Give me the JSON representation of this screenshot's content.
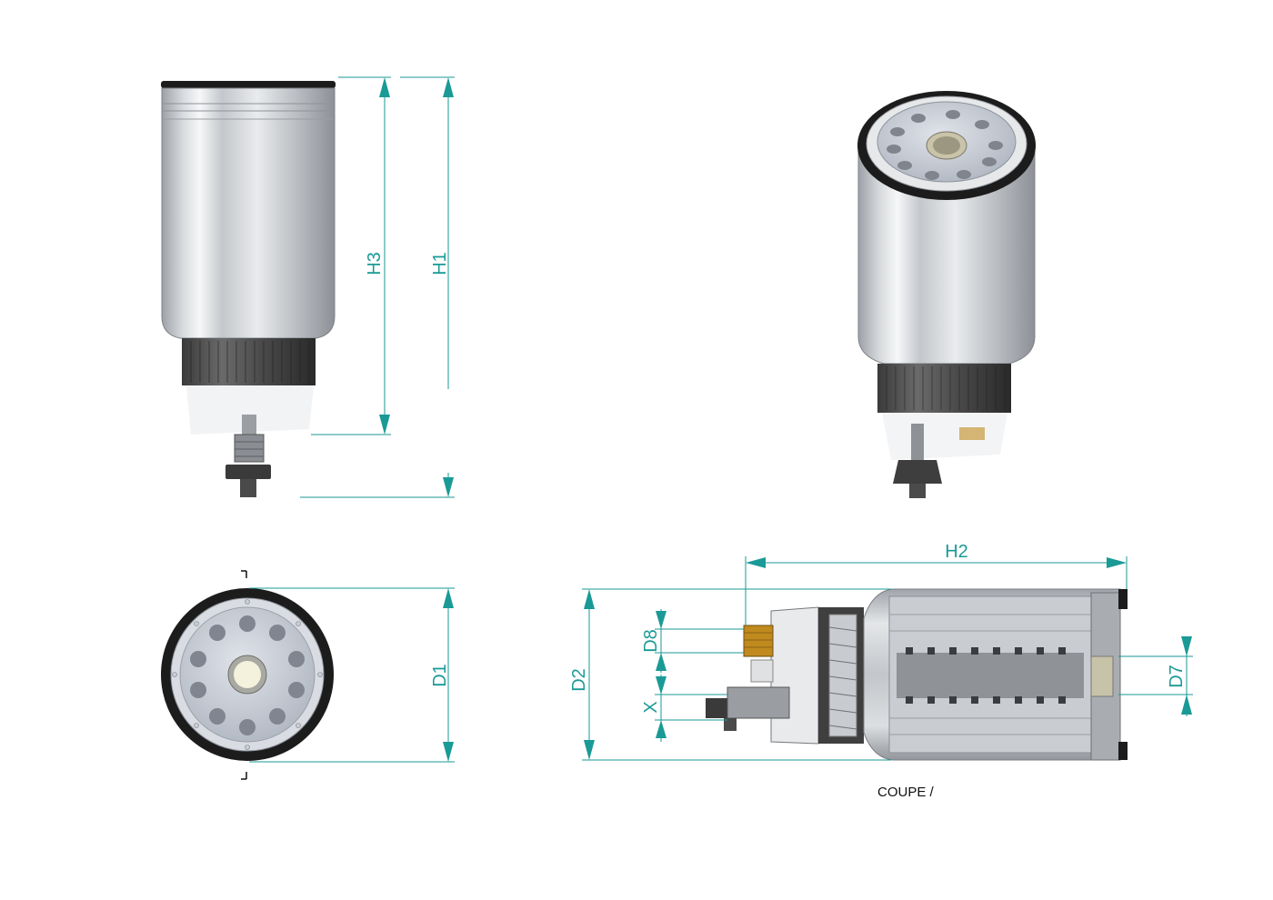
{
  "colors": {
    "dimension": "#1a9a96",
    "body_metal": "#c9ccd1",
    "body_dark": "#8e9196",
    "rubber": "#2b2b2b",
    "seal": "#1c1c1c",
    "bore": "#f4f1dc",
    "brass": "#c08a1e"
  },
  "icons": {
    "arrow": "arrowhead-icon"
  },
  "dimensions": {
    "h3": "H3",
    "h1": "H1",
    "h2": "H2",
    "d1": "D1",
    "d2": "D2",
    "d8": "D8",
    "d7": "D7",
    "x": "X"
  },
  "section_label": "COUPE /"
}
